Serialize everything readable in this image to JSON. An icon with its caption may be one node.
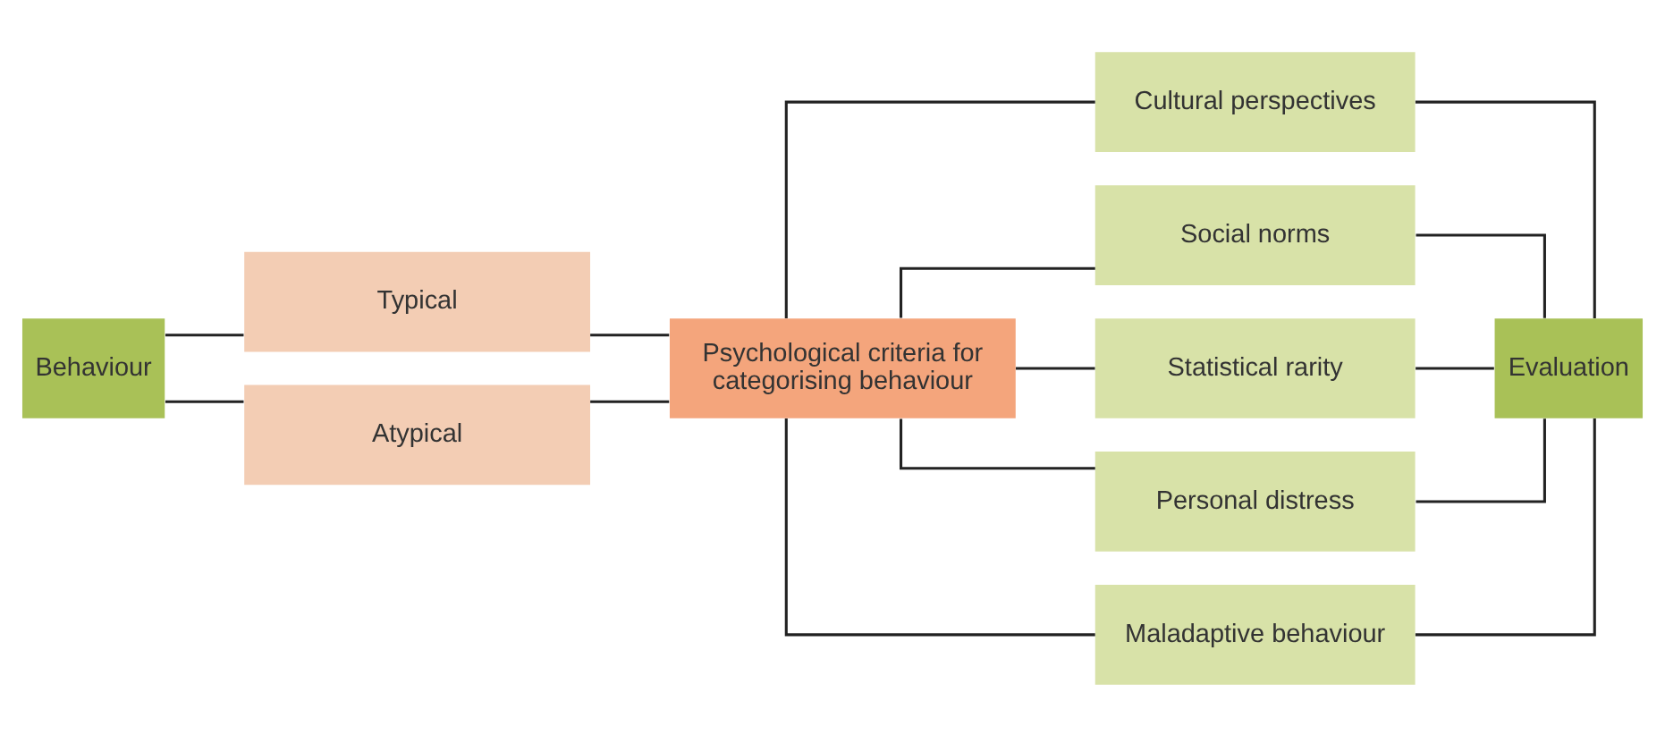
{
  "diagram": {
    "nodes": [
      {
        "text": [
          "Typical"
        ]
      },
      {
        "text": [
          "Behaviour"
        ]
      },
      {
        "text": [
          "Psychological criteria for categorising behaviour"
        ]
      },
      {
        "text": [
          "Atypical"
        ]
      },
      {
        "text": [
          "Cultural perspectives"
        ]
      },
      {
        "text": [
          "Social norms"
        ]
      },
      {
        "text": [
          "Statistical rarity"
        ]
      },
      {
        "text": [
          "Personal distress"
        ]
      },
      {
        "text": [
          "Maladaptive behaviour"
        ]
      },
      {
        "text": [
          "Evaluation"
        ]
      }
    ],
    "edges": [
      {
        "from": 1,
        "to": 0,
        "arrow": "none"
      },
      {
        "from": 1,
        "to": 3,
        "arrow": "none"
      },
      {
        "from": 0,
        "to": 2,
        "arrow": "none"
      },
      {
        "from": 3,
        "to": 2,
        "arrow": "none"
      },
      {
        "from": 2,
        "to": 4,
        "arrow": "none"
      },
      {
        "from": 2,
        "to": 5,
        "arrow": "none"
      },
      {
        "from": 2,
        "to": 6,
        "arrow": "none"
      },
      {
        "from": 2,
        "to": 7,
        "arrow": "none"
      },
      {
        "from": 2,
        "to": 8,
        "arrow": "none"
      },
      {
        "from": 4,
        "to": 9,
        "arrow": "none"
      },
      {
        "from": 5,
        "to": 9,
        "arrow": "none"
      },
      {
        "from": 6,
        "to": 9,
        "arrow": "none"
      },
      {
        "from": 7,
        "to": 9,
        "arrow": "none"
      },
      {
        "from": 8,
        "to": 9,
        "arrow": "none"
      }
    ]
  }
}
